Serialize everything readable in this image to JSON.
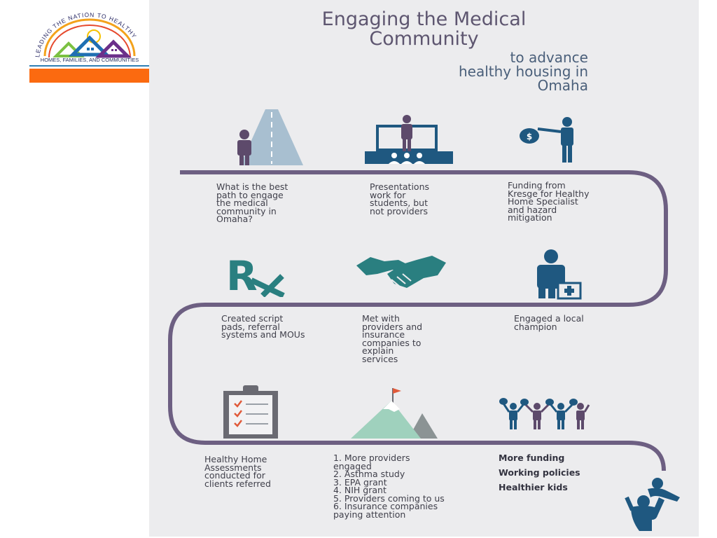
{
  "logo": {
    "arc_text": "LEADING THE NATION TO HEALTHY",
    "bottom_text": "HOMES, FAMILIES, AND COMMUNITIES"
  },
  "title": {
    "line1": "Engaging the Medical",
    "line2": "Community"
  },
  "subtitle": {
    "line1": "to advance",
    "line2": "healthy housing in",
    "line3": "Omaha"
  },
  "steps": [
    {
      "icon": "road-icon",
      "caption": "What is the best\npath to engage\nthe medical\ncommunity in\nOmaha?"
    },
    {
      "icon": "presentation-icon",
      "caption": "Presentations\nwork for\nstudents, but\nnot providers"
    },
    {
      "icon": "funding-icon",
      "caption": "Funding from\nKresge for Healthy\nHome Specialist\nand hazard\nmitigation"
    },
    {
      "icon": "prescription-icon",
      "caption": "Created script\npads, referral\nsystems and MOUs"
    },
    {
      "icon": "handshake-icon",
      "caption": "Met with\nproviders and\ninsurance\ncompanies to\nexplain\nservices"
    },
    {
      "icon": "doctor-icon",
      "caption": "Engaged a local\nchampion"
    },
    {
      "icon": "clipboard-icon",
      "caption": "Healthy Home\nAssessments\nconducted for\nclients referred"
    },
    {
      "icon": "mountain-flag-icon",
      "results": [
        "1. More providers",
        "engaged",
        "2. Asthma study",
        "3. EPA grant",
        "4. NIH grant",
        "5. Providers coming to us",
        "6. Insurance companies",
        "paying attention"
      ]
    },
    {
      "icon": "people-money-icon",
      "outcomes": [
        "More funding",
        "Working policies",
        "Healthier kids"
      ]
    }
  ],
  "colors": {
    "path": "#6d5f82",
    "title": "#5e5670",
    "subtitle": "#4a5f7a",
    "teal": "#2a7f80",
    "navy": "#1f5880",
    "purple_person": "#5d4a6b",
    "orange_bar": "#fb6a10",
    "poster_bg": "#ececee"
  }
}
